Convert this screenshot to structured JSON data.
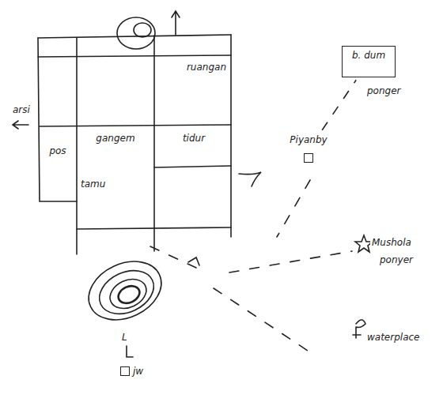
{
  "diagram": {
    "nodes": [
      {
        "text": [
          "ruangan"
        ]
      },
      {
        "text": [
          "tidur"
        ]
      },
      {
        "text": [
          "pos"
        ]
      },
      {
        "text": [
          "gangem",
          "tamu"
        ]
      },
      {
        "text": [
          "b. dum"
        ]
      },
      {
        "text": [
          "Piyanby"
        ]
      },
      {
        "text": [
          "jw"
        ]
      }
    ],
    "edges": [
      {
        "from": 5,
        "to": 4,
        "arrow": "none"
      }
    ],
    "labels": [
      "arsi",
      "ponger",
      "Mushola",
      "ponyer",
      "waterplace",
      "L"
    ]
  }
}
